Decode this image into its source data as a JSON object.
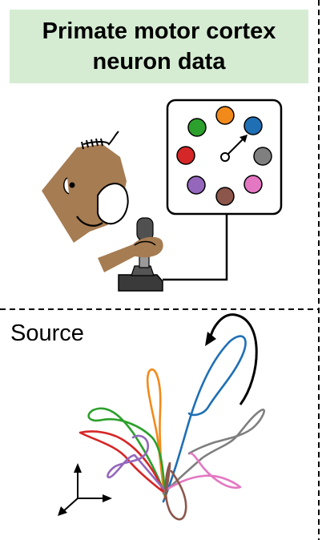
{
  "title": {
    "line1": "Primate motor cortex",
    "line2": "neuron data"
  },
  "source_label": "Source",
  "colors": {
    "title_bg": "#d5ecd3",
    "monkey": "#a67c52",
    "target_orange": "#f28a1b",
    "target_blue": "#1f6fb5",
    "target_gray": "#7f7f7f",
    "target_pink": "#e377c2",
    "target_brown": "#8c564b",
    "target_purple": "#9467bd",
    "target_red": "#d62728",
    "target_green": "#2ca02c"
  },
  "icons": [
    "monkey-head-icon",
    "monkey-hand-icon",
    "joystick-icon",
    "task-screen-icon",
    "cursor-arrow-icon",
    "rotation-arrow-icon",
    "axes-3d-icon"
  ]
}
